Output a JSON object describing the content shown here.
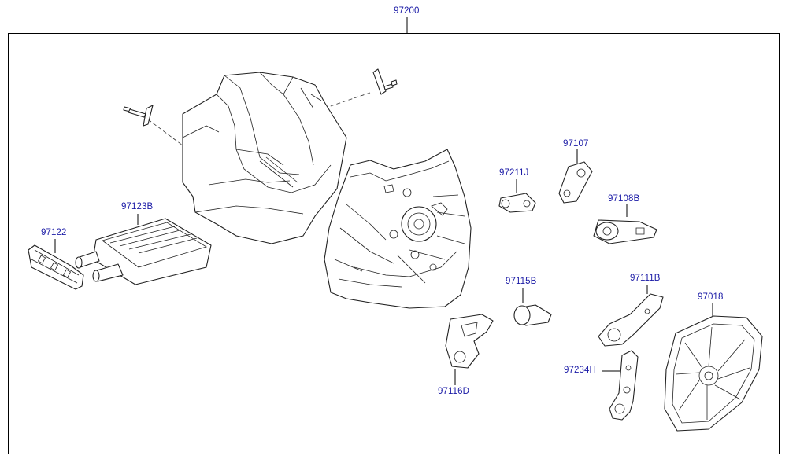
{
  "diagram": {
    "assembly_label": "97200",
    "parts": [
      {
        "id": "heater-core-seal",
        "label": "97122"
      },
      {
        "id": "heater-core",
        "label": "97123B"
      },
      {
        "id": "door-lever",
        "label": "97211J"
      },
      {
        "id": "lever-a",
        "label": "97107"
      },
      {
        "id": "lever-b",
        "label": "97108B"
      },
      {
        "id": "lever-c",
        "label": "97115B"
      },
      {
        "id": "lever-d",
        "label": "97111B"
      },
      {
        "id": "door-lever-bracket",
        "label": "97116D"
      },
      {
        "id": "lever-e",
        "label": "97234H"
      },
      {
        "id": "cover",
        "label": "97018"
      }
    ]
  },
  "colors": {
    "label": "#1a1aa6",
    "line": "#000000"
  }
}
